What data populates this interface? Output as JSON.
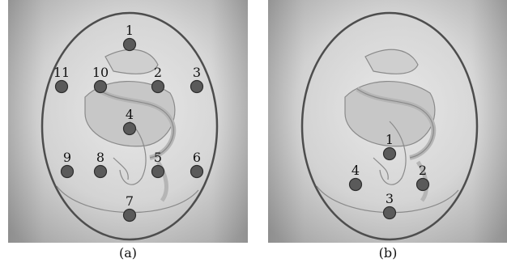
{
  "panels": [
    {
      "caption": "(a)",
      "points": [
        {
          "label": "1"
        },
        {
          "label": "2"
        },
        {
          "label": "3"
        },
        {
          "label": "4"
        },
        {
          "label": "5"
        },
        {
          "label": "6"
        },
        {
          "label": "7"
        },
        {
          "label": "8"
        },
        {
          "label": "9"
        },
        {
          "label": "10"
        },
        {
          "label": "11"
        }
      ]
    },
    {
      "caption": "(b)",
      "points": [
        {
          "label": "1"
        },
        {
          "label": "2"
        },
        {
          "label": "3"
        },
        {
          "label": "4"
        }
      ]
    }
  ]
}
